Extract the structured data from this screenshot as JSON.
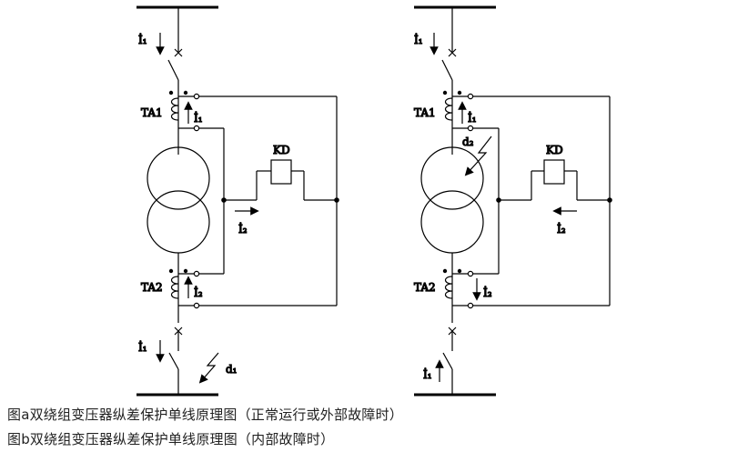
{
  "captions": {
    "a": "图a双绕组变压器纵差保护单线原理图（正常运行或外部故障时）",
    "b": "图b双绕组变压器纵差保护单线原理图（内部故障时）"
  },
  "labels": {
    "ta1": "TA1",
    "ta2": "TA2",
    "kd": "KD",
    "i1": "İ₁",
    "i2": "İ₂",
    "d1": "d₁",
    "d2": "d₂"
  },
  "colors": {
    "line": "#000000",
    "caption": "#222222"
  }
}
